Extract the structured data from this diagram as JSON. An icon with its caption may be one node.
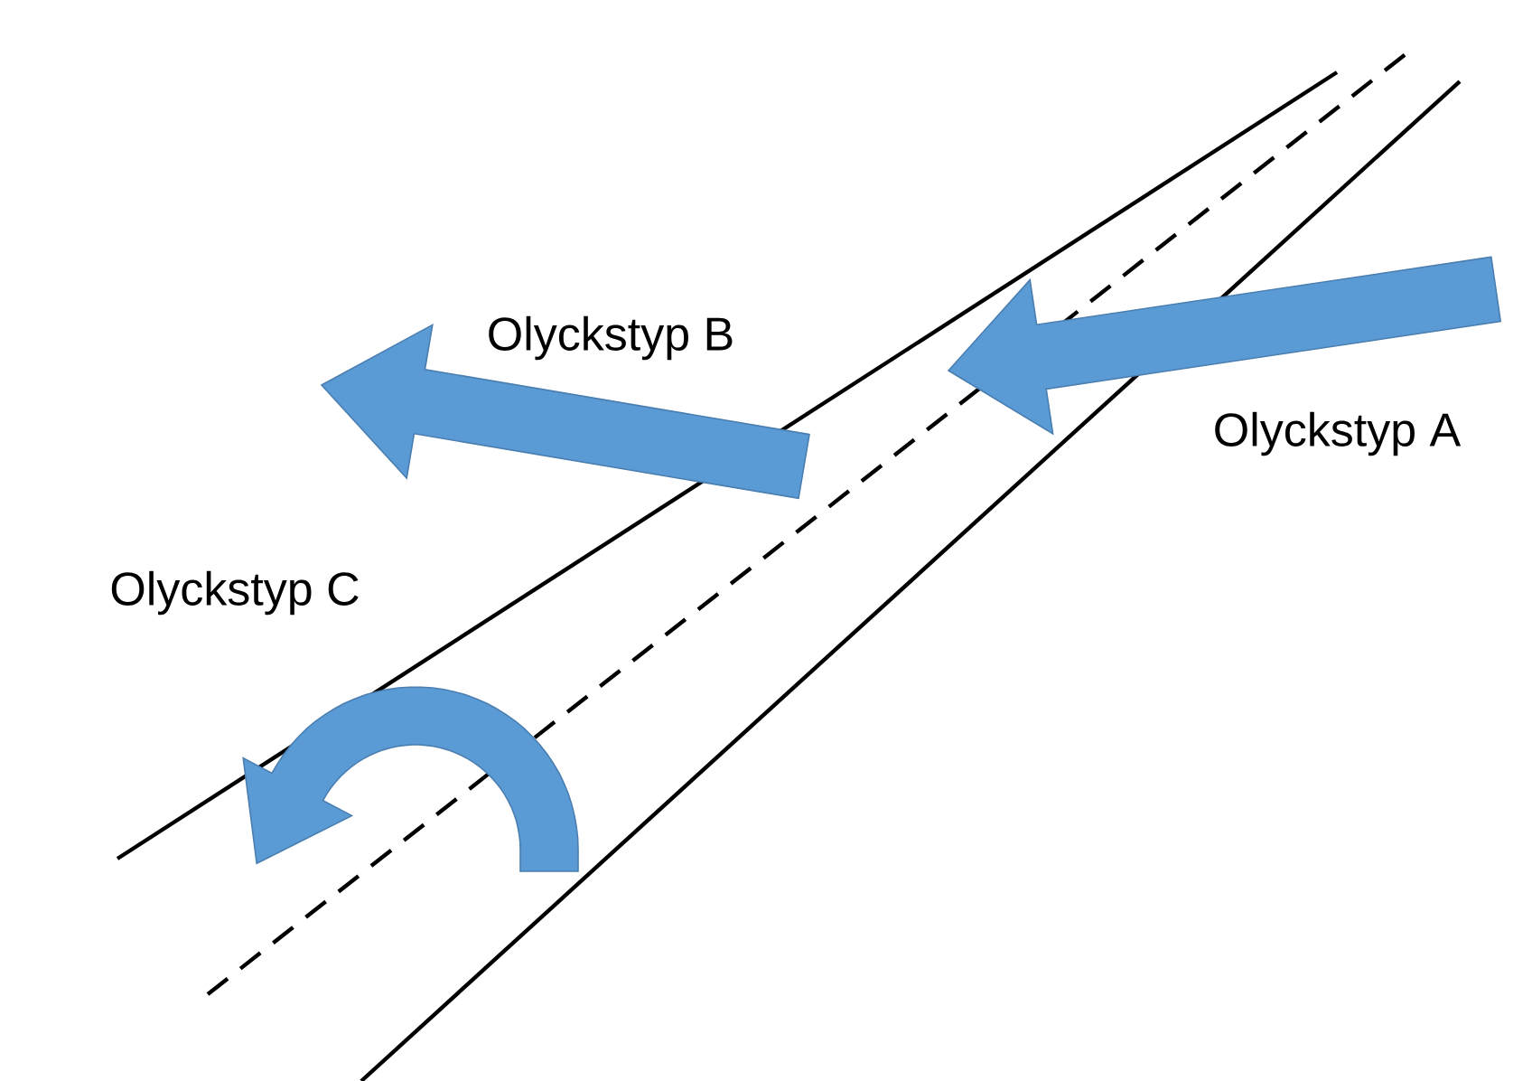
{
  "diagram": {
    "labels": [
      "Olyckstyp B",
      "Olyckstyp A",
      "Olyckstyp C"
    ]
  }
}
